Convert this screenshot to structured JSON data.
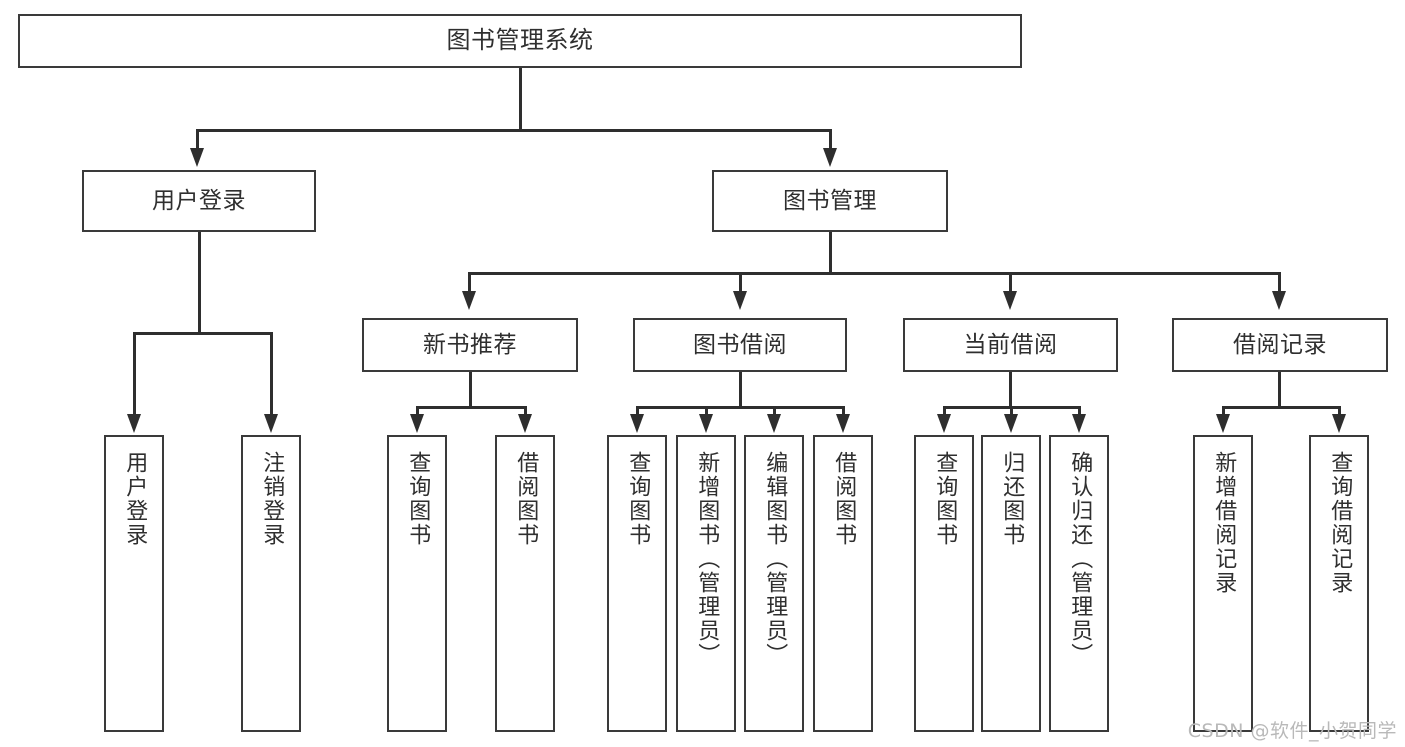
{
  "diagram": {
    "title": "图书管理系统",
    "watermark": "CSDN @软件_小贺同学",
    "root": {
      "label": "图书管理系统"
    },
    "level2": [
      {
        "label": "用户登录"
      },
      {
        "label": "图书管理"
      }
    ],
    "level3": [
      {
        "label": "新书推荐"
      },
      {
        "label": "图书借阅"
      },
      {
        "label": "当前借阅"
      },
      {
        "label": "借阅记录"
      }
    ],
    "leaves": {
      "user_login": [
        {
          "label": "用户登录"
        },
        {
          "label": "注销登录"
        }
      ],
      "new_book_recommend": [
        {
          "label": "查询图书"
        },
        {
          "label": "借阅图书"
        }
      ],
      "book_borrow": [
        {
          "label": "查询图书"
        },
        {
          "label": "新增图书（管理员）"
        },
        {
          "label": "编辑图书（管理员）"
        },
        {
          "label": "借阅图书"
        }
      ],
      "current_borrow": [
        {
          "label": "查询图书"
        },
        {
          "label": "归还图书"
        },
        {
          "label": "确认归还（管理员）"
        }
      ],
      "borrow_record": [
        {
          "label": "新增借阅记录"
        },
        {
          "label": "查询借阅记录"
        }
      ]
    }
  },
  "colors": {
    "box_border": "#3a3a3a",
    "connector": "#2e2e2e",
    "text": "#2f2f2f",
    "background": "#ffffff",
    "watermark": "#b9b9b9"
  }
}
